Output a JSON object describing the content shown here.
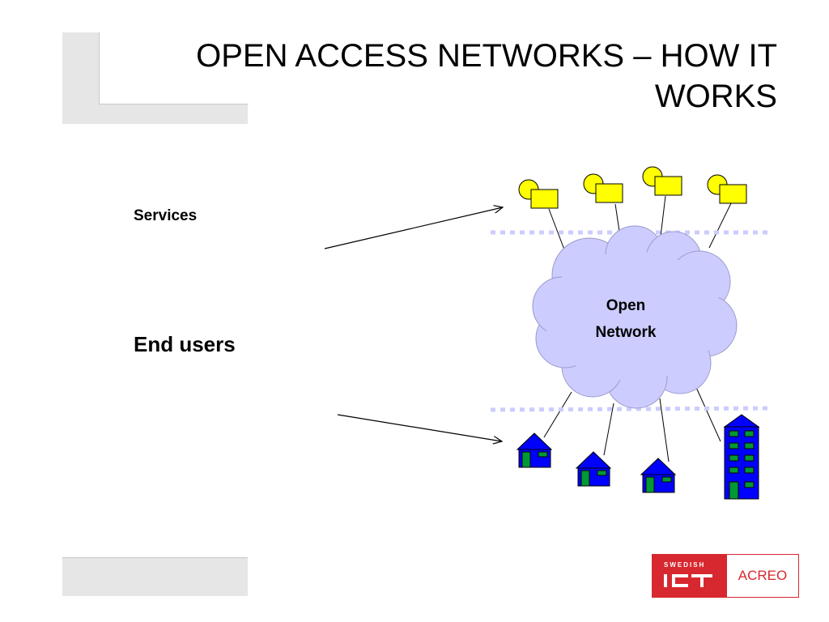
{
  "slide": {
    "title": "OPEN ACCESS NETWORKS – HOW IT WORKS",
    "services_label": "Services",
    "end_users_label": "End users",
    "cloud_label_line1": "Open",
    "cloud_label_line2": "Network"
  },
  "logo": {
    "brand_small": "SWEDISH",
    "brand_mark": "ICT",
    "partner": "ACREO"
  },
  "colors": {
    "cloud": "#ccccff",
    "service_icon": "#ffff00",
    "house": "#0000ff",
    "door_window": "#009933",
    "dotted_line": "#ccccff",
    "logo_red": "#d7282f"
  },
  "icons": [
    "service-server-icon",
    "house-icon",
    "apartment-building-icon",
    "cloud-icon"
  ]
}
